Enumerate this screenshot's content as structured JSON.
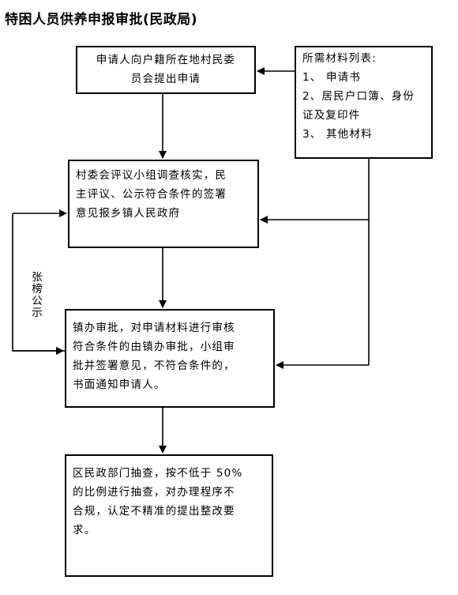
{
  "title": "特困人员供养申报审批(民政局)",
  "apply_box": {
    "lines": [
      "申请人向户籍所在地村民委",
      "员会提出申请"
    ]
  },
  "materials_box": {
    "lines": [
      "所需材料列表:",
      "1、 申请书",
      "2、居民户口簿、身份",
      "证及复印件",
      "3、 其他材料"
    ]
  },
  "village_box": {
    "lines": [
      "村委会评议小组调查核实，民",
      "主评议、公示符合条件的签署",
      "意见报乡镇人民政府"
    ]
  },
  "side_label": {
    "chars": [
      "张",
      "榜",
      "公",
      "示"
    ]
  },
  "town_box": {
    "lines": [
      "镇办审批，对申请材料进行审核",
      "符合条件的由镇办审批，小组审",
      "批并签署意见，不符合条件的，",
      "书面通知申请人。"
    ]
  },
  "district_box": {
    "lines": [
      "区民政部门抽查，按不低于 50%",
      "的比例进行抽查，对办理程序不",
      "合规，认定不精准的提出整改要",
      "求。"
    ]
  }
}
